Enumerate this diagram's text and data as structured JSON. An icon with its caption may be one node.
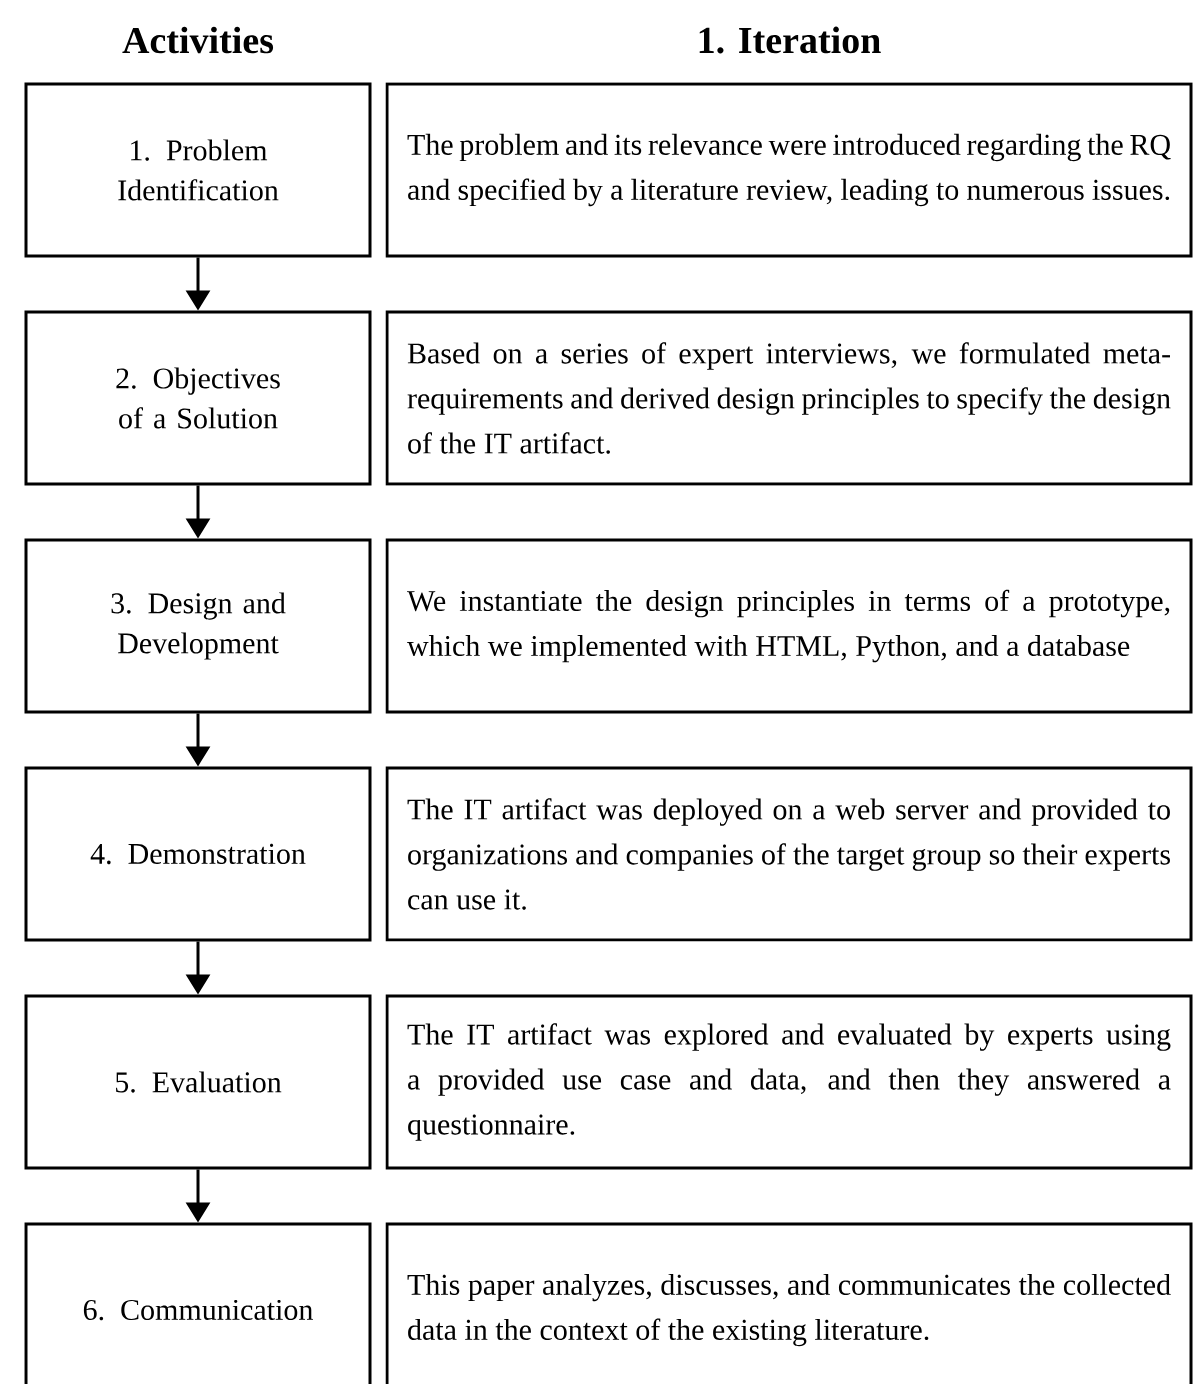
{
  "diagram": {
    "nodes": [
      {
        "text": [
          "1. Problem Identification"
        ]
      },
      {
        "text": [
          "The problem and its relevance were introduced regarding the RQ and specified by a literature review, leading to numerous issues."
        ]
      },
      {
        "text": [
          "2. Objectives of a Solution"
        ]
      },
      {
        "text": [
          "Based on a series of expert interviews, we formulated meta-requirements and derived design principles to specify the design of the IT artifact."
        ]
      },
      {
        "text": [
          "3. Design and Development"
        ]
      },
      {
        "text": [
          "We instantiate the design principles in terms of a prototype, which we implemented with HTML, Python, and a database"
        ]
      },
      {
        "text": [
          "4. Demonstration"
        ]
      },
      {
        "text": [
          "The IT artifact was deployed on a web server and provided to organizations and companies of the target group so their experts can use it."
        ]
      },
      {
        "text": [
          "5. Evaluation"
        ]
      },
      {
        "text": [
          "The IT artifact was explored and evaluated by experts using a provided use case and data, and then they answered a questionnaire."
        ]
      },
      {
        "text": [
          "6. Communication"
        ]
      },
      {
        "text": [
          "This paper analyzes, discusses, and communicates the collected data in the context of the existing literature."
        ]
      }
    ],
    "edges": [
      {
        "from": 0,
        "to": 2,
        "arrow": "to"
      },
      {
        "from": 2,
        "to": 4,
        "arrow": "to"
      },
      {
        "from": 4,
        "to": 6,
        "arrow": "to"
      },
      {
        "from": 6,
        "to": 8,
        "arrow": "to"
      },
      {
        "from": 8,
        "to": 10,
        "arrow": "to"
      }
    ],
    "labels": [
      "Activities",
      "1. Iteration"
    ]
  }
}
